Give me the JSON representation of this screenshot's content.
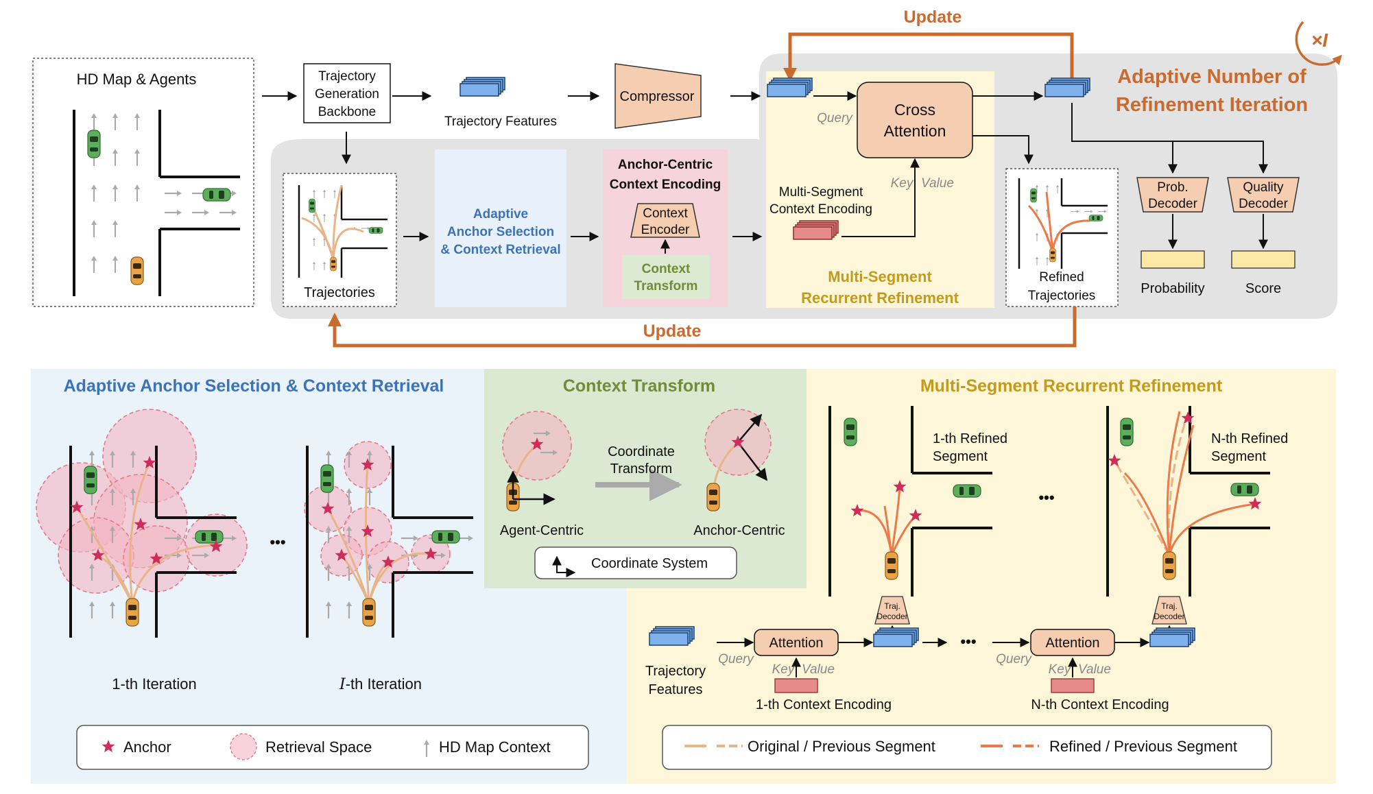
{
  "colors": {
    "update_arrow": "#c96a2e",
    "blue_title": "#3c73b8",
    "green_title": "#6f8c37",
    "gold_title": "#c29a1c",
    "orange_title": "#c96a2e",
    "anchor_star": "#cc2d5a",
    "feature_block": "#7fb2ec",
    "context_block": "#e68a8a",
    "encoder_fill": "#f5cdb1",
    "output_fill": "#fbe7a6",
    "retrieval_circle": "#f4b5c3",
    "traj_original": "#e9b488",
    "traj_refined": "#ec7a48"
  },
  "top": {
    "hd_map_title": "HD Map & Agents",
    "backbone": [
      "Trajectory",
      "Generation",
      "Backbone"
    ],
    "traj_features": "Trajectory Features",
    "compressor": "Compressor",
    "update_top": "Update",
    "update_bottom": "Update",
    "adaptive_iter": [
      "Adaptive Number of",
      "Refinement Iteration"
    ],
    "times_i": "×I",
    "trajectories": "Trajectories",
    "anchor_selection": [
      "Adaptive",
      "Anchor Selection",
      "& Context Retrieval"
    ],
    "anchor_centric": [
      "Anchor-Centric",
      "Context Encoding"
    ],
    "context_encoder": [
      "Context",
      "Encoder"
    ],
    "context_transform": [
      "Context",
      "Transform"
    ],
    "query": "Query",
    "cross_attention": [
      "Cross",
      "Attention"
    ],
    "key": "Key",
    "value": "Value",
    "multi_seg_context": [
      "Multi-Segment",
      "Context Encoding"
    ],
    "msrr": [
      "Multi-Segment",
      "Recurrent Refinement"
    ],
    "refined_traj": [
      "Refined",
      "Trajectories"
    ],
    "prob_decoder": [
      "Prob.",
      "Decoder"
    ],
    "quality_decoder": [
      "Quality",
      "Decoder"
    ],
    "probability": "Probability",
    "score": "Score"
  },
  "panel1": {
    "title": "Adaptive Anchor Selection & Context Retrieval",
    "iter1": "1-th Iteration",
    "iterI_prefix": "I",
    "iterI_suffix": "-th Iteration",
    "ellipsis": "•••",
    "legend_anchor": "Anchor",
    "legend_retrieval": "Retrieval Space",
    "legend_map": "HD Map Context"
  },
  "panel2": {
    "title": "Context Transform",
    "coord_transform": [
      "Coordinate",
      "Transform"
    ],
    "agent_centric": "Agent-Centric",
    "anchor_centric": "Anchor-Centric",
    "coord_system": "Coordinate System"
  },
  "panel3": {
    "title": "Multi-Segment Recurrent Refinement",
    "seg1": [
      "1-th Refined",
      "Segment"
    ],
    "segN": [
      "N-th Refined",
      "Segment"
    ],
    "ellipsis": "•••",
    "traj_decoder": [
      "Traj.",
      "Decoder"
    ],
    "attention": "Attention",
    "query": "Query",
    "key": "Key",
    "value": "Value",
    "traj_features": [
      "Trajectory",
      "Features"
    ],
    "ctx1": "1-th Context Encoding",
    "ctxN": "N-th Context Encoding",
    "legend_original": "Original / Previous Segment",
    "legend_refined": "Refined / Previous Segment"
  }
}
